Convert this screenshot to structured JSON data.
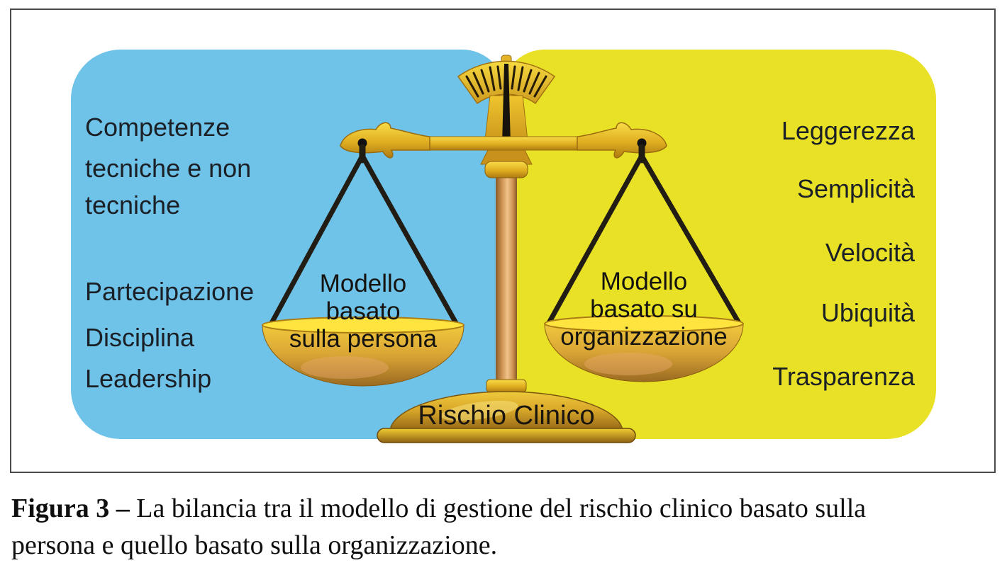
{
  "colors": {
    "panel_blue": "#6FC2E8",
    "panel_yellow": "#E9E126",
    "gold": "#E9B923",
    "text_dark": "#1b2026"
  },
  "left_panel": {
    "group1": [
      "Competenze",
      "tecniche e non",
      "tecniche"
    ],
    "group2": [
      "Partecipazione",
      "Disciplina",
      "Leadership"
    ]
  },
  "right_panel": {
    "items": [
      "Leggerezza",
      "Semplicità",
      "Velocità",
      "Ubiquità",
      "Trasparenza"
    ]
  },
  "scale": {
    "left_pan": {
      "lines": [
        "Modello",
        "basato",
        "sulla persona"
      ]
    },
    "right_pan": {
      "lines": [
        "Modello",
        "basato su",
        "organizzazione"
      ]
    },
    "base_label": "Rischio Clinico"
  },
  "caption": {
    "label": "Figura 3 –",
    "line1": "La bilancia tra il modello di gestione del rischio clinico basato sulla",
    "line2": "persona e quello basato sulla organizzazione."
  }
}
